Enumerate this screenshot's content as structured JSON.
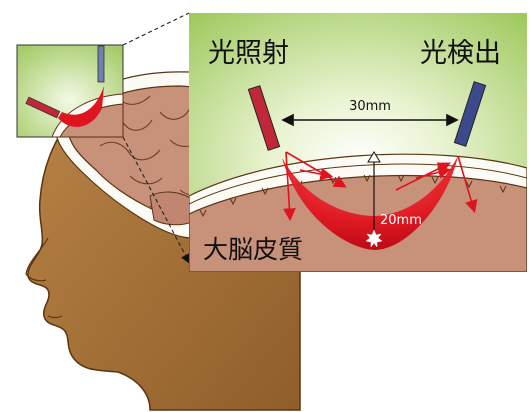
{
  "labels": {
    "emitter": "光照射",
    "detector": "光検出",
    "cortex": "大脳皮質",
    "separation": "30mm",
    "depth": "20mm"
  },
  "colors": {
    "skin": "#a67236",
    "skin_outline": "#5a3512",
    "brain": "#c8917a",
    "zoom_background": "#b6d87c",
    "light_path": "#e0141e",
    "emitter_probe": "#c0283a",
    "detector_probe": "#3c4a8c"
  },
  "icons": {
    "emitter": "red-probe-icon",
    "detector": "blue-probe-icon",
    "focus": "starburst-icon"
  }
}
